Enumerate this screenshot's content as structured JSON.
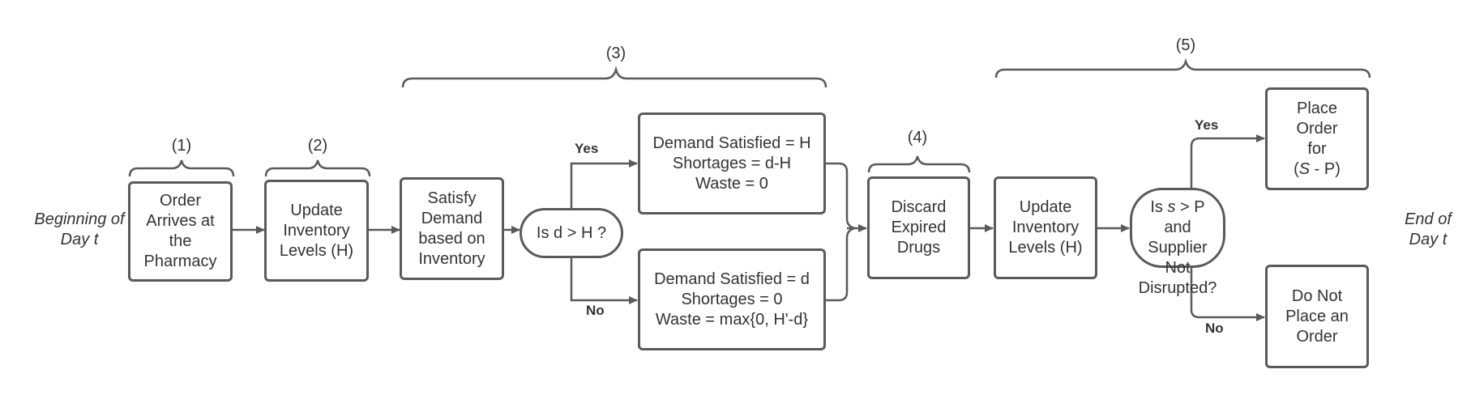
{
  "side_labels": {
    "beginning": "Beginning of Day t",
    "end": "End of Day t"
  },
  "brace_labels": {
    "b1": "(1)",
    "b2": "(2)",
    "b3": "(3)",
    "b4": "(4)",
    "b5": "(5)"
  },
  "boxes": {
    "order_arrives": "Order Arrives at the Pharmacy",
    "update_inventory_1": "Update Inventory Levels (H)",
    "satisfy_demand": "Satisfy Demand based on Inventory",
    "decision_dh": "Is d > H ?",
    "outcome_yes": [
      "Demand Satisfied = H",
      "Shortages = d-H",
      "Waste = 0"
    ],
    "outcome_no": [
      "Demand Satisfied = d",
      "Shortages = 0",
      "Waste =  max{0, H'-d}"
    ],
    "discard_expired": "Discard Expired Drugs",
    "update_inventory_2": "Update Inventory Levels (H)",
    "decision_order": {
      "prefix": "Is ",
      "var": "s",
      "suffix": " > P and Supplier Not Disrupted?"
    },
    "place_order": {
      "line1": "Place Order for",
      "open": "(",
      "var": "S",
      "close": " - P)"
    },
    "no_order": "Do Not Place an Order"
  },
  "edge_labels": {
    "yes1": "Yes",
    "no1": "No",
    "yes2": "Yes",
    "no2": "No"
  },
  "colors": {
    "stroke": "#5a5a5a",
    "text": "#333333"
  }
}
